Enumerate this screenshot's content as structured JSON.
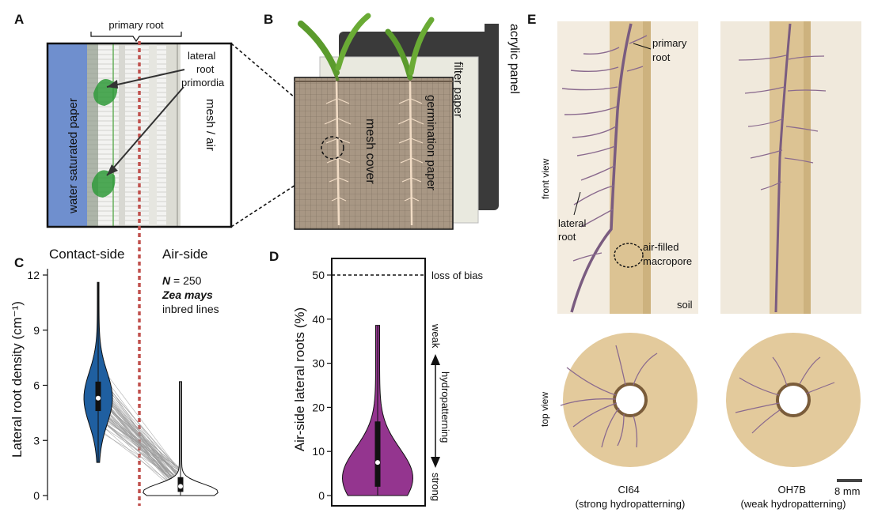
{
  "panel_a": {
    "letter": "A",
    "primary_root": "primary root",
    "lateral_label": [
      "lateral",
      "root",
      "primordia"
    ],
    "water_paper": "water saturated paper",
    "mesh_air": "mesh / air",
    "colors": {
      "paper": "#6f8fce",
      "primordia": "#2f9a3a"
    }
  },
  "panel_b": {
    "letter": "B",
    "acrylic": "acrylic panel",
    "filter": "filter paper",
    "germination": "germination paper",
    "mesh": "mesh cover",
    "colors": {
      "panel": "#3a3a3a",
      "filter": "#e9e9df",
      "mesh": "#a89784"
    }
  },
  "panel_c": {
    "letter": "C",
    "contact": "Contact-side",
    "air": "Air-side",
    "n_label": "N",
    "n_value": " = 250",
    "species": "Zea mays",
    "lines": "inbred lines"
  },
  "panel_d": {
    "letter": "D",
    "loss": "loss of bias",
    "weak": "weak",
    "strong": "strong",
    "hydro": "hydropatterning"
  },
  "panel_e": {
    "letter": "E",
    "primary": [
      "primary",
      "root"
    ],
    "lateral": [
      "lateral",
      "root"
    ],
    "macropore": [
      "air-filled",
      "macropore"
    ],
    "soil": "soil",
    "front": "front view",
    "top": "top view",
    "scale": "8 mm",
    "cap1": [
      "CI64",
      "(strong hydropatterning)"
    ],
    "cap2": [
      "OH7B",
      "(weak hydropatterning)"
    ],
    "colors": {
      "soil": "#e3ca9c",
      "root": "#8a6a8e"
    }
  },
  "chart_data": [
    {
      "type": "violin",
      "title": "",
      "ylabel": "Lateral root density (cm⁻¹)",
      "ylim": [
        0,
        12
      ],
      "yticks": [
        0,
        3,
        6,
        9,
        12
      ],
      "categories": [
        "Contact-side",
        "Air-side"
      ],
      "series": [
        {
          "name": "Contact-side",
          "color": "#1f5fa0",
          "min": 1.8,
          "q1": 4.6,
          "median": 5.3,
          "q3": 6.2,
          "max": 11.6
        },
        {
          "name": "Air-side",
          "color": "#ffffff",
          "min": 0.0,
          "q1": 0.2,
          "median": 0.5,
          "q3": 1.0,
          "max": 6.2
        }
      ],
      "paired_lines": true,
      "n": 250
    },
    {
      "type": "violin",
      "title": "",
      "ylabel": "Air-side lateral roots (%)",
      "ylim": [
        0,
        50
      ],
      "yticks": [
        0,
        10,
        20,
        30,
        40,
        50
      ],
      "reference_line": 50,
      "series": [
        {
          "color": "#94358f",
          "min": 0.0,
          "q1": 2.0,
          "median": 7.5,
          "q3": 16.8,
          "max": 38.6
        }
      ]
    }
  ]
}
